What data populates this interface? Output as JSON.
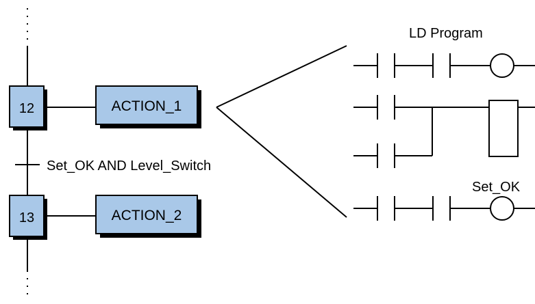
{
  "sfc": {
    "steps": [
      {
        "number": "12",
        "action": "ACTION_1"
      },
      {
        "number": "13",
        "action": "ACTION_2"
      }
    ],
    "transition_label": "Set_OK AND Level_Switch"
  },
  "ladder": {
    "title": "LD Program",
    "output_label": "Set_OK"
  },
  "colors": {
    "box_fill": "#a9c8e8",
    "line": "#000000",
    "background": "#ffffff"
  }
}
